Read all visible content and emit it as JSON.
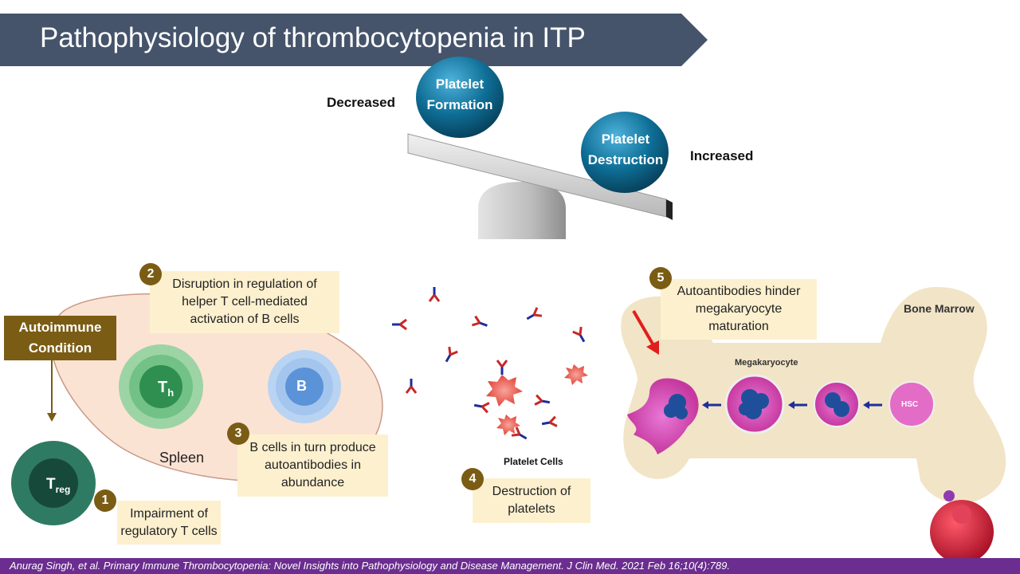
{
  "title": "Pathophysiology of thrombocytopenia in ITP",
  "balance": {
    "left_label": "Decreased",
    "right_label": "Increased",
    "left_ball_line1": "Platelet",
    "left_ball_line2": "Formation",
    "right_ball_line1": "Platelet",
    "right_ball_line2": "Destruction"
  },
  "autoimmune_line1": "Autoimmune",
  "autoimmune_line2": "Condition",
  "spleen_label": "Spleen",
  "cells": {
    "th_main": "T",
    "th_sub": "h",
    "b": "B",
    "treg_main": "T",
    "treg_sub": "reg"
  },
  "steps": [
    {
      "number": "1",
      "lines": [
        "Impairment of",
        "regulatory T cells"
      ]
    },
    {
      "number": "2",
      "lines": [
        "Disruption in regulation of",
        "helper T cell-mediated",
        "activation of B cells"
      ]
    },
    {
      "number": "3",
      "lines": [
        "B cells in turn produce",
        "autoantibodies in",
        "abundance"
      ]
    },
    {
      "number": "4",
      "lines": [
        "Destruction of",
        "platelets"
      ]
    },
    {
      "number": "5",
      "lines": [
        "Autoantibodies hinder",
        "megakaryocyte",
        "maturation"
      ]
    }
  ],
  "platelet_cells_label": "Platelet Cells",
  "bone_marrow_label": "Bone Marrow",
  "megakaryocyte_label": "Megakaryocyte",
  "hsc_label": "HSC",
  "footer": "Anurag Singh, et al. Primary Immune Thrombocytopenia: Novel Insights into Pathophysiology and Disease Management. J Clin Med. 2021 Feb 16;10(4):789.",
  "colors": {
    "banner": "#45546b",
    "ball": "#0e6e96",
    "callout_bg": "#fdf0cf",
    "step_badge": "#7a5c14",
    "footer": "#6b2d8f",
    "th_cell": "#3f9e5f",
    "b_cell": "#5b93d8",
    "treg_cell": "#1e5e4c"
  }
}
